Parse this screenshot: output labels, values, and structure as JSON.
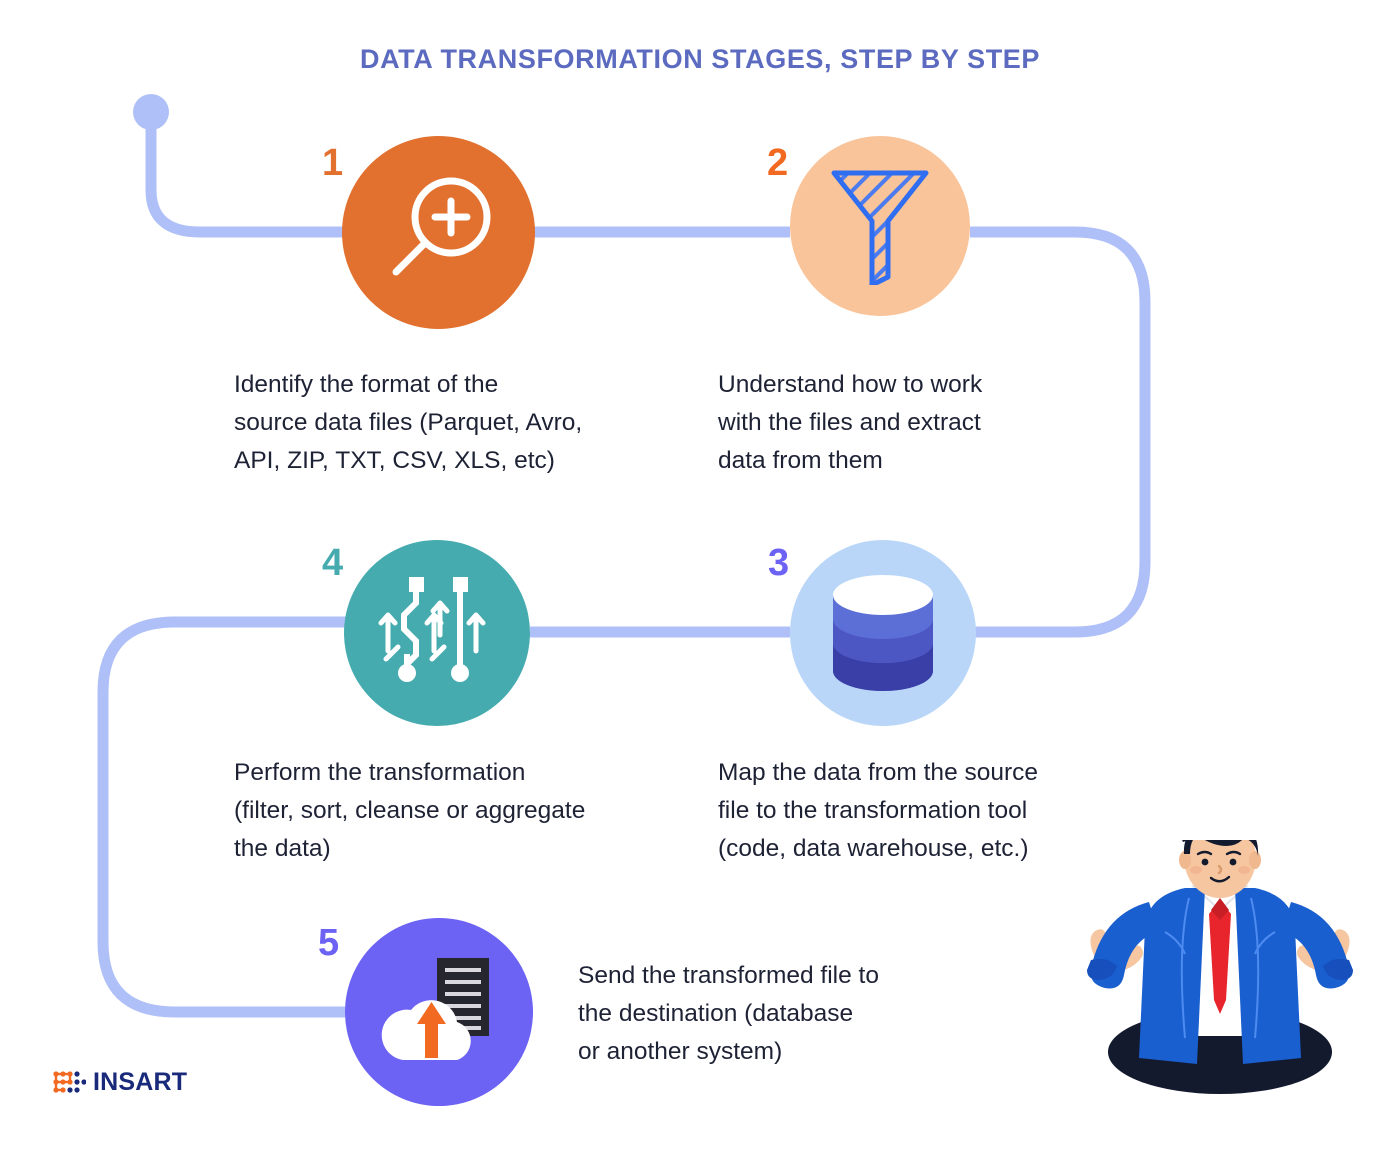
{
  "page": {
    "title": "DATA TRANSFORMATION STAGES, STEP BY STEP",
    "background_color": "#ffffff"
  },
  "colors": {
    "title": "#5c6bc0",
    "connector": "#afbff8",
    "body_text": "#1e2235",
    "step1": "#e2702e",
    "step2_circle": "#fac49a",
    "step2_icon": "#2f6ef0",
    "step3_circle": "#b9d6f8",
    "step3_icon_top": "#ffffff",
    "step3_icon_mid": "#5b6fd6",
    "step3_icon_bottom": "#3a3fa8",
    "step4": "#45abae",
    "step5": "#6c63f5",
    "accent_orange": "#f26a21",
    "logo_navy": "#1a2a7a"
  },
  "steps": [
    {
      "number": "1",
      "number_color": "#e2702e",
      "circle_color": "#e2702e",
      "icon": "magnifier-plus-icon",
      "text": "Identify the format of the\nsource data files (Parquet, Avro,\nAPI, ZIP, TXT, CSV, XLS, etc)"
    },
    {
      "number": "2",
      "number_color": "#f26a21",
      "circle_color": "#fac49a",
      "icon": "funnel-filter-icon",
      "text": "Understand how to work\nwith the files and extract\ndata from them"
    },
    {
      "number": "3",
      "number_color": "#6c63f5",
      "circle_color": "#b9d6f8",
      "icon": "database-cylinder-icon",
      "text": "Map the data from the source\nfile to the transformation tool\n(code, data warehouse, etc.)"
    },
    {
      "number": "4",
      "number_color": "#45abae",
      "circle_color": "#45abae",
      "icon": "data-transform-arrows-icon",
      "text": "Perform the transformation\n(filter, sort, cleanse or aggregate\nthe data)"
    },
    {
      "number": "5",
      "number_color": "#6c63f5",
      "circle_color": "#6c63f5",
      "icon": "cloud-upload-document-icon",
      "text": "Send the transformed file to\nthe destination (database\nor another system)"
    }
  ],
  "illustration": {
    "name": "meditating-businessman",
    "description": "Businessman in blue suit jacket with red tie sitting in lotus meditation pose"
  },
  "logo": {
    "word": "INSART",
    "mark": "insart-dot-grid-mark"
  }
}
